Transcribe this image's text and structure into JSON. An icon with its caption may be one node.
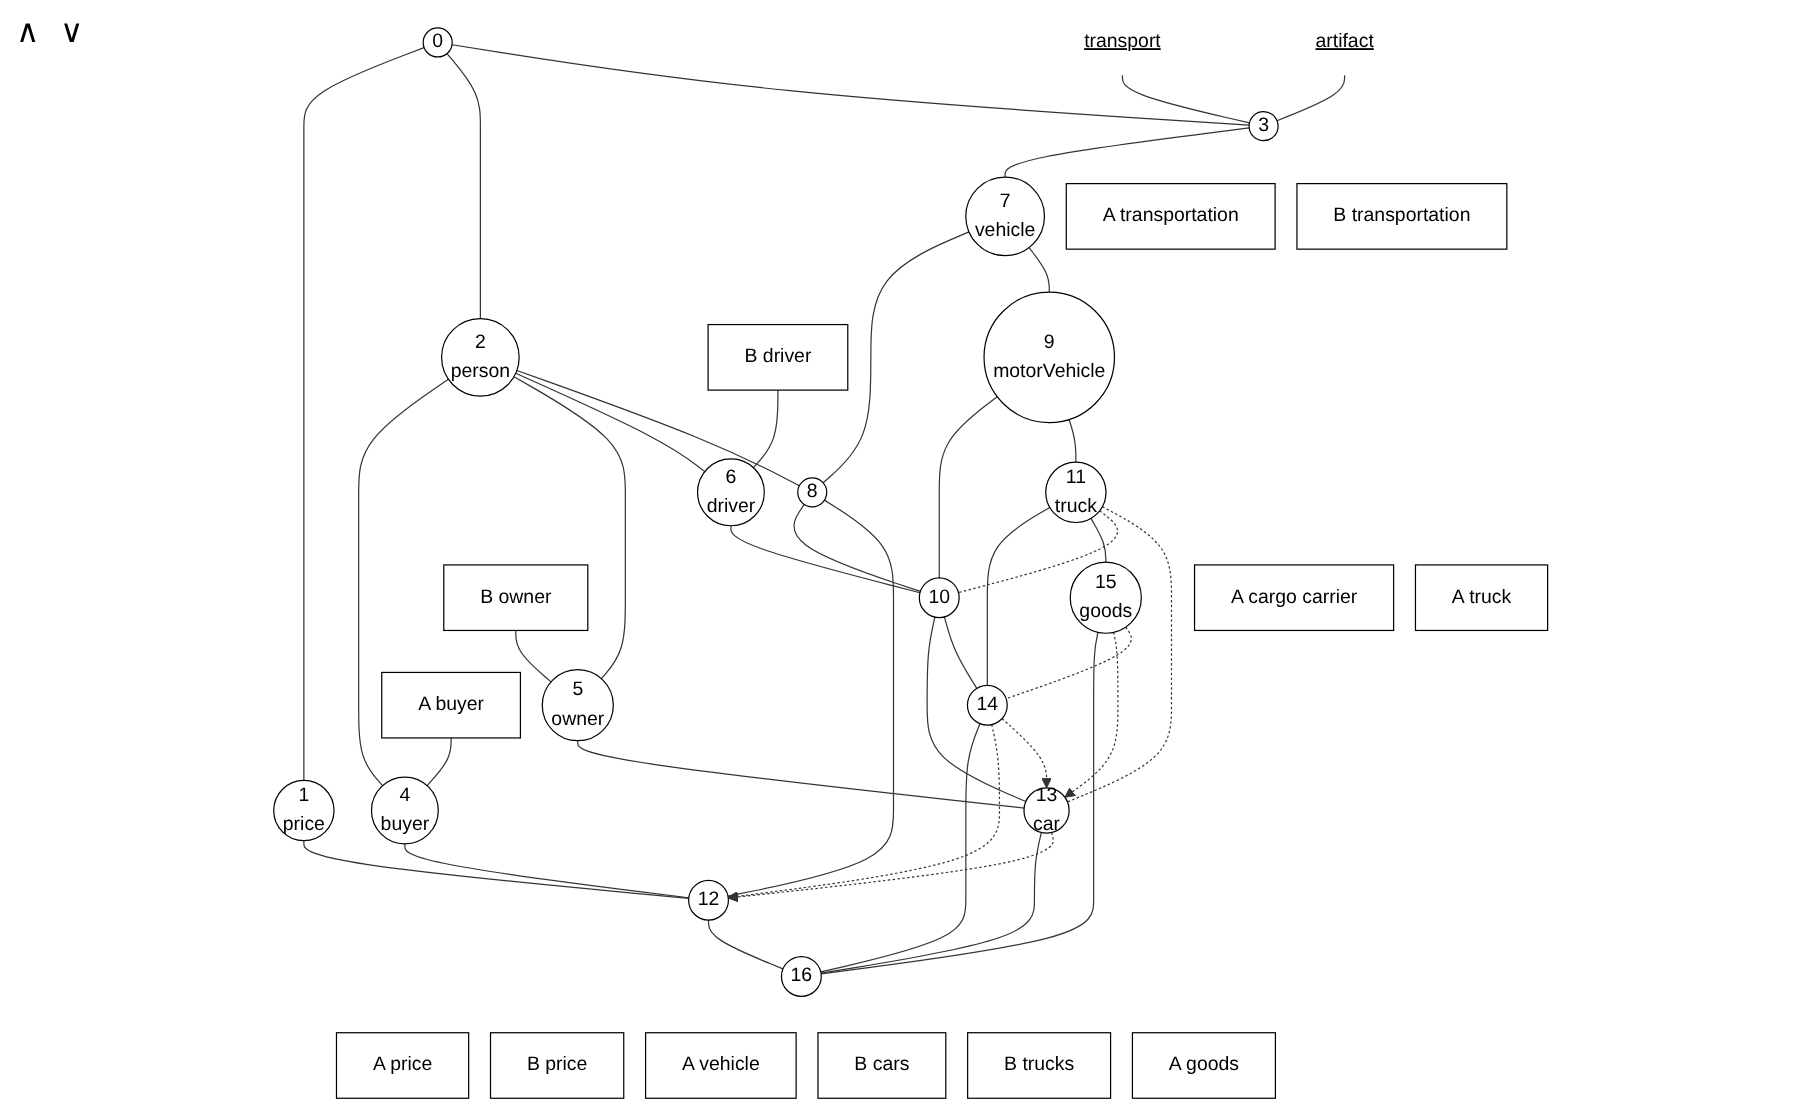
{
  "diagram": {
    "nodes": [
      {
        "text": [
          "0"
        ]
      },
      {
        "text": [
          "1",
          "price"
        ]
      },
      {
        "text": [
          "2",
          "person"
        ]
      },
      {
        "text": [
          "3"
        ]
      },
      {
        "text": [
          "4",
          "buyer"
        ]
      },
      {
        "text": [
          "5",
          "owner"
        ]
      },
      {
        "text": [
          "6",
          "driver"
        ]
      },
      {
        "text": [
          "7",
          "vehicle"
        ]
      },
      {
        "text": [
          "8"
        ]
      },
      {
        "text": [
          "9",
          "motorVehicle"
        ]
      },
      {
        "text": [
          "10"
        ]
      },
      {
        "text": [
          "11",
          "truck"
        ]
      },
      {
        "text": [
          "12"
        ]
      },
      {
        "text": [
          "13",
          "car"
        ]
      },
      {
        "text": [
          "14"
        ]
      },
      {
        "text": [
          "15",
          "goods"
        ]
      },
      {
        "text": [
          "16"
        ]
      },
      {
        "text": [
          "A price"
        ]
      },
      {
        "text": [
          "B price"
        ]
      },
      {
        "text": [
          "A transportation"
        ]
      },
      {
        "text": [
          "B transportation"
        ]
      },
      {
        "text": [
          "transport"
        ]
      },
      {
        "text": [
          "artifact"
        ]
      },
      {
        "text": [
          "A buyer"
        ]
      },
      {
        "text": [
          "B owner"
        ]
      },
      {
        "text": [
          "B driver"
        ]
      },
      {
        "text": [
          "A cargo carrier"
        ]
      },
      {
        "text": [
          "A truck"
        ]
      },
      {
        "text": [
          "A vehicle"
        ]
      },
      {
        "text": [
          "B cars"
        ]
      },
      {
        "text": [
          "B trucks"
        ]
      },
      {
        "text": [
          "A goods"
        ]
      }
    ],
    "edges": [
      {
        "from": 0,
        "to": 1,
        "arrow": "none"
      },
      {
        "from": 0,
        "to": 2,
        "arrow": "none"
      },
      {
        "from": 0,
        "to": 3,
        "arrow": "none"
      },
      {
        "from": 2,
        "to": 4,
        "arrow": "none"
      },
      {
        "from": 2,
        "to": 5,
        "arrow": "none"
      },
      {
        "from": 2,
        "to": 6,
        "arrow": "none"
      },
      {
        "from": 2,
        "to": 8,
        "arrow": "none"
      },
      {
        "from": 3,
        "to": 7,
        "arrow": "none"
      },
      {
        "from": 7,
        "to": 8,
        "arrow": "none"
      },
      {
        "from": 7,
        "to": 9,
        "arrow": "none"
      },
      {
        "from": 1,
        "to": 12,
        "arrow": "none"
      },
      {
        "from": 4,
        "to": 12,
        "arrow": "none"
      },
      {
        "from": 5,
        "to": 13,
        "arrow": "none"
      },
      {
        "from": 6,
        "to": 10,
        "arrow": "none"
      },
      {
        "from": 8,
        "to": 10,
        "arrow": "none"
      },
      {
        "from": 8,
        "to": 12,
        "arrow": "none"
      },
      {
        "from": 9,
        "to": 10,
        "arrow": "none"
      },
      {
        "from": 9,
        "to": 11,
        "arrow": "none"
      },
      {
        "from": 10,
        "to": 13,
        "arrow": "none"
      },
      {
        "from": 10,
        "to": 14,
        "arrow": "none"
      },
      {
        "from": 11,
        "to": 14,
        "arrow": "none"
      },
      {
        "from": 11,
        "to": 15,
        "arrow": "none"
      },
      {
        "from": 12,
        "to": 16,
        "arrow": "none"
      },
      {
        "from": 13,
        "to": 16,
        "arrow": "none"
      },
      {
        "from": 14,
        "to": 16,
        "arrow": "none"
      },
      {
        "from": 15,
        "to": 16,
        "arrow": "none"
      },
      {
        "from": 11,
        "to": 10,
        "arrow": "none",
        "style": "dashed"
      },
      {
        "from": 11,
        "to": 13,
        "arrow": "none",
        "style": "dashed"
      },
      {
        "from": 13,
        "to": 12,
        "arrow": "to",
        "style": "dashed"
      },
      {
        "from": 14,
        "to": 12,
        "arrow": "to",
        "style": "dashed"
      },
      {
        "from": 14,
        "to": 13,
        "arrow": "to",
        "style": "dashed"
      },
      {
        "from": 15,
        "to": 13,
        "arrow": "to",
        "style": "dashed"
      },
      {
        "from": 15,
        "to": 14,
        "arrow": "none",
        "style": "dashed"
      },
      {
        "from": 3,
        "to": 21,
        "arrow": "none"
      },
      {
        "from": 3,
        "to": 22,
        "arrow": "none"
      },
      {
        "from": 4,
        "to": 23,
        "arrow": "none"
      },
      {
        "from": 5,
        "to": 24,
        "arrow": "none"
      },
      {
        "from": 6,
        "to": 25,
        "arrow": "none"
      }
    ],
    "labels": [
      "∧",
      "∨"
    ]
  }
}
